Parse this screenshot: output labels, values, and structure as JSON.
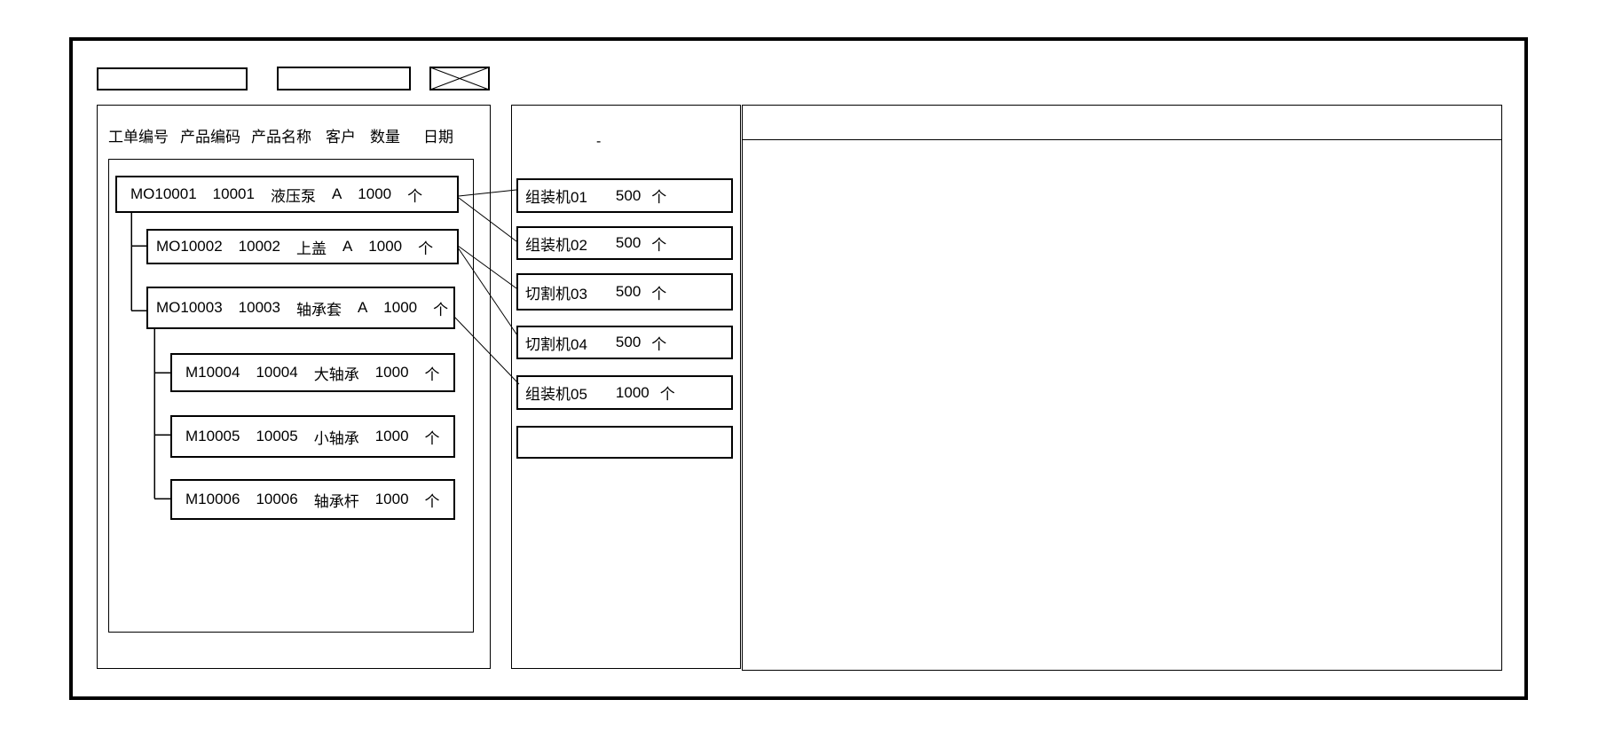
{
  "toolbar": {
    "field_1": "",
    "field_2": ""
  },
  "orders_panel": {
    "columns": [
      "工单编号",
      "产品编码",
      "产品名称",
      "客户",
      "数量",
      "日期"
    ],
    "rows": [
      {
        "order_no": "MO10001",
        "product_code": "10001",
        "product_name": "液压泵",
        "customer": "A",
        "qty": "1000",
        "unit": "个"
      },
      {
        "order_no": "MO10002",
        "product_code": "10002",
        "product_name": "上盖",
        "customer": "A",
        "qty": "1000",
        "unit": "个"
      },
      {
        "order_no": "MO10003",
        "product_code": "10003",
        "product_name": "轴承套",
        "customer": "A",
        "qty": "1000",
        "unit": "个"
      },
      {
        "order_no": "M10004",
        "product_code": "10004",
        "product_name": "大轴承",
        "customer": "",
        "qty": "1000",
        "unit": "个"
      },
      {
        "order_no": "M10005",
        "product_code": "10005",
        "product_name": "小轴承",
        "customer": "",
        "qty": "1000",
        "unit": "个"
      },
      {
        "order_no": "M10006",
        "product_code": "10006",
        "product_name": "轴承杆",
        "customer": "",
        "qty": "1000",
        "unit": "个"
      }
    ]
  },
  "workcenter_panel": {
    "note_dash": "-",
    "rows": [
      {
        "name": "组装机01",
        "qty": "500",
        "unit": "个"
      },
      {
        "name": "组装机02",
        "qty": "500",
        "unit": "个"
      },
      {
        "name": "切割机03",
        "qty": "500",
        "unit": "个"
      },
      {
        "name": "切割机04",
        "qty": "500",
        "unit": "个"
      },
      {
        "name": "组装机05",
        "qty": "1000",
        "unit": "个"
      },
      {
        "name": "",
        "qty": "",
        "unit": ""
      }
    ]
  },
  "connections": [
    {
      "from": "MO10001",
      "to": "组装机01"
    },
    {
      "from": "MO10001",
      "to": "组装机02"
    },
    {
      "from": "MO10002",
      "to": "切割机03"
    },
    {
      "from": "MO10002",
      "to": "切割机04"
    },
    {
      "from": "MO10003",
      "to": "组装机05"
    }
  ],
  "colors": {
    "line": "#000000",
    "background": "#ffffff"
  }
}
